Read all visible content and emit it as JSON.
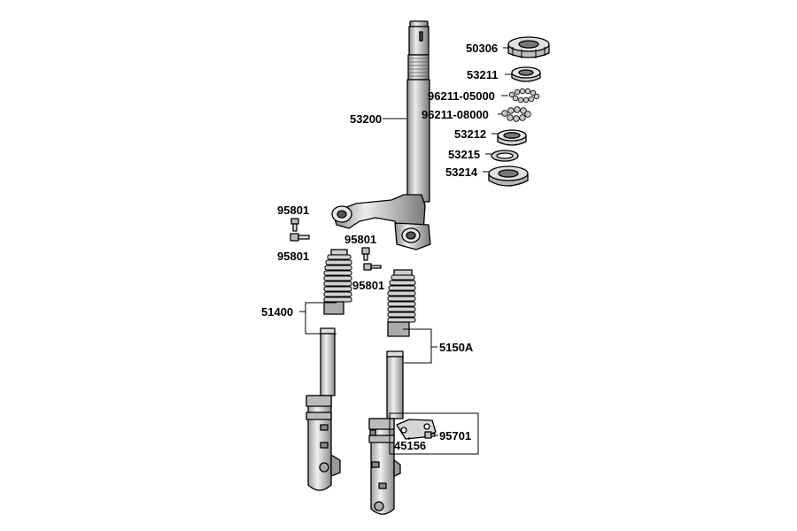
{
  "parts": {
    "p50306": "50306",
    "p53211": "53211",
    "p96211_05000": "96211-05000",
    "p96211_08000": "96211-08000",
    "p53212": "53212",
    "p53215": "53215",
    "p53214": "53214",
    "p53200": "53200",
    "p95801_a": "95801",
    "p95801_b": "95801",
    "p95801_c": "95801",
    "p95801_d": "95801",
    "p51400": "51400",
    "p5150A": "5150A",
    "p45156": "45156",
    "p95701": "95701"
  },
  "colors": {
    "line": "#000000",
    "part_fill": "#d9d9d9",
    "part_dark": "#9a9a9a",
    "background": "#ffffff"
  }
}
